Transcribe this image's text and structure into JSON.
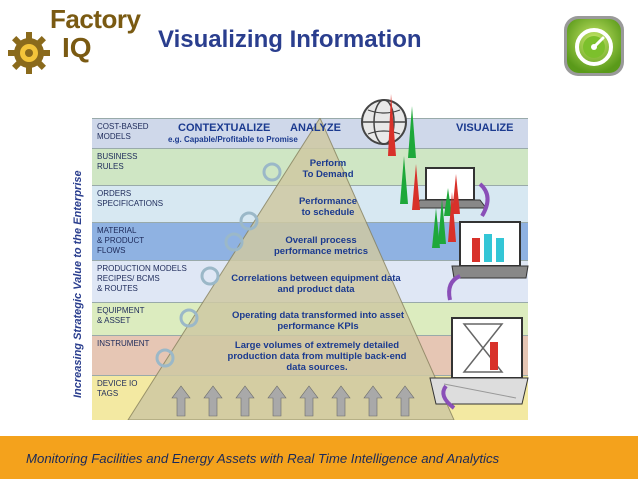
{
  "logo": {
    "line1": "Factory",
    "line2": "IQ"
  },
  "title": "Visualizing Information",
  "side_label": "Increasing Strategic Value to the Enterprise",
  "headers": {
    "contextualize": "CONTEXTUALIZE",
    "analyze": "ANALYZE",
    "visualize": "VISUALIZE",
    "example": "e.g. Capable/Profitable to Promise"
  },
  "bands": [
    {
      "label": "COST-BASED\nMODELS",
      "color": "#cfd8ea"
    },
    {
      "label": "BUSINESS\nRULES",
      "color": "#cfe6c4"
    },
    {
      "label": "ORDERS\nSPECIFICATIONS",
      "color": "#d7e8f2"
    },
    {
      "label": "MATERIAL\n& PRODUCT\nFLOWS",
      "color": "#8fb2e2"
    },
    {
      "label": "PRODUCTION MODELS\nRECIPES/ BCMS\n& ROUTES",
      "color": "#dfe7f5"
    },
    {
      "label": "EQUIPMENT\n& ASSET",
      "color": "#dcecbf"
    },
    {
      "label": "INSTRUMENT",
      "color": "#e6c6b4"
    },
    {
      "label": "DEVICE IO\nTAGS",
      "color": "#f3e9a2"
    }
  ],
  "pyramid_texts": [
    "Perform\nTo Demand",
    "Performance\nto schedule",
    "Overall process\nperformance metrics",
    "Correlations between equipment data\nand product data",
    "Operating data transformed into asset\nperformance KPIs",
    "Large volumes of extremely detailed\nproduction data from multiple back-end\ndata sources."
  ],
  "footer": "Monitoring Facilities and Energy Assets with Real Time Intelligence and Analytics",
  "colors": {
    "title": "#2a3e8e",
    "footer_bg": "#f4a21c",
    "pyramid": "#c9c5a0"
  }
}
